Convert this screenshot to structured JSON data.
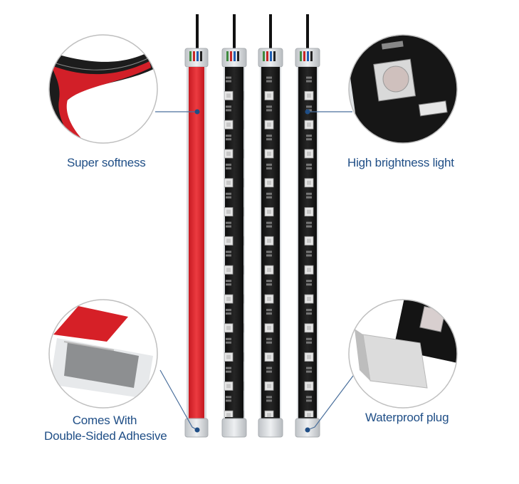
{
  "labels": {
    "super_softness": "Super softness",
    "high_brightness": "High brightness light",
    "adhesive_line1": "Comes With",
    "adhesive_line2": "Double-Sided Adhesive",
    "waterproof_plug": "Waterproof plug"
  },
  "colors": {
    "label_text": "#1f4e86",
    "leader_line": "#4a6f9c",
    "adhesive_red": "#e0262e",
    "pcb_black": "#1a1a1a",
    "led_white": "#dcdcdc",
    "cap_gray": "#c8c8c8"
  },
  "icons": {
    "strip_back": "adhesive-strip-icon",
    "strip_front": "led-strip-icon"
  }
}
